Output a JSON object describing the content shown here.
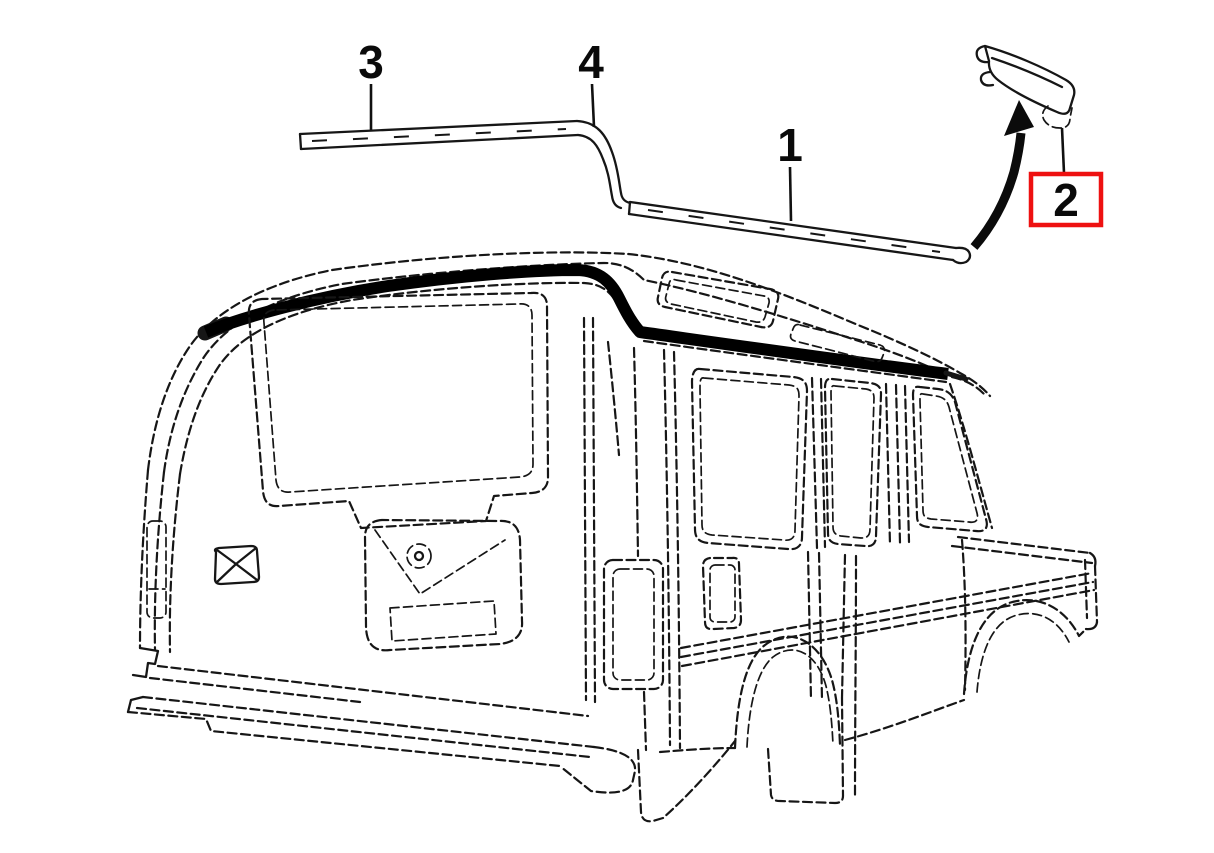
{
  "diagram": {
    "background": "#ffffff",
    "line_color": "#161616",
    "highlight_color": "#ee1111",
    "selected_part": "2"
  },
  "callouts": {
    "c1": {
      "label": "1"
    },
    "c2": {
      "label": "2"
    },
    "c3": {
      "label": "3"
    },
    "c4": {
      "label": "4"
    }
  }
}
